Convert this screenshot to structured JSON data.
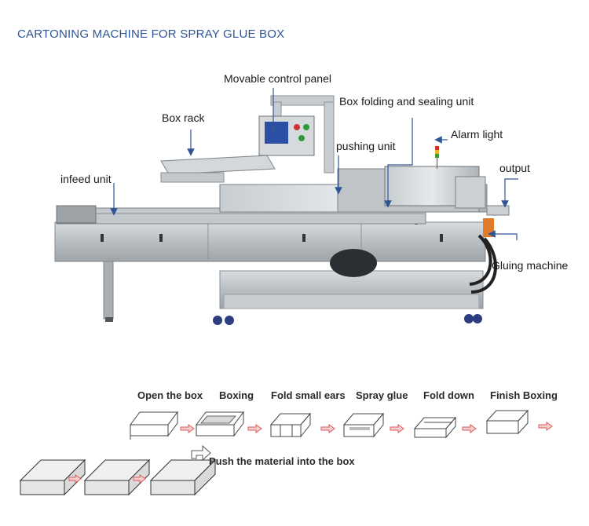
{
  "title": "CARTONING MACHINE FOR SPRAY GLUE BOX",
  "labels": {
    "control_panel": "Movable control panel",
    "box_rack": "Box rack",
    "folding_unit": "Box folding and sealing unit",
    "pushing_unit": "pushing unit",
    "alarm_light": "Alarm light",
    "infeed_unit": "infeed unit",
    "output": "output",
    "gluing_machine": "Gluing machine"
  },
  "steps": [
    "Open the box",
    "Boxing",
    "Fold small ears",
    "Spray glue",
    "Fold down",
    "Finish Boxing"
  ],
  "push_label": "Push the material into the box",
  "colors": {
    "title": "#2f5597",
    "pointer": "#2f5597",
    "arrow": "#e05a5a"
  }
}
